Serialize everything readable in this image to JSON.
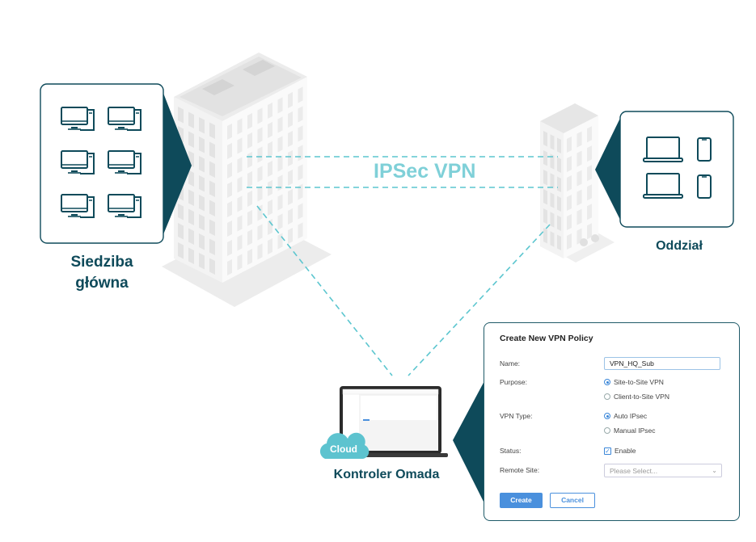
{
  "diagram": {
    "headquarters": {
      "label_line1": "Siedziba",
      "label_line2": "główna",
      "devices": [
        "desktop-computer",
        "desktop-computer",
        "desktop-computer",
        "desktop-computer",
        "desktop-computer",
        "desktop-computer"
      ]
    },
    "branch": {
      "label": "Oddział",
      "devices": [
        "laptop",
        "smartphone",
        "laptop",
        "smartphone"
      ]
    },
    "tunnel": {
      "label": "IPSec VPN"
    },
    "controller": {
      "label": "Kontroler Omada",
      "badge": "Cloud"
    },
    "colors": {
      "primary_dark": "#0e4a5a",
      "tunnel_cyan": "#7fd0d8",
      "button_blue": "#4a90dd"
    }
  },
  "dialog": {
    "title": "Create New VPN Policy",
    "fields": {
      "name_label": "Name:",
      "name_value": "VPN_HQ_Sub",
      "purpose_label": "Purpose:",
      "purpose_options": [
        {
          "label": "Site-to-Site VPN",
          "selected": true
        },
        {
          "label": "Client-to-Site VPN",
          "selected": false
        }
      ],
      "vpn_type_label": "VPN Type:",
      "vpn_type_options": [
        {
          "label": "Auto IPsec",
          "selected": true
        },
        {
          "label": "Manual IPsec",
          "selected": false
        }
      ],
      "status_label": "Status:",
      "status_checkbox_label": "Enable",
      "status_checked": true,
      "remote_site_label": "Remote Site:",
      "remote_site_placeholder": "Please Select..."
    },
    "buttons": {
      "create": "Create",
      "cancel": "Cancel"
    }
  }
}
